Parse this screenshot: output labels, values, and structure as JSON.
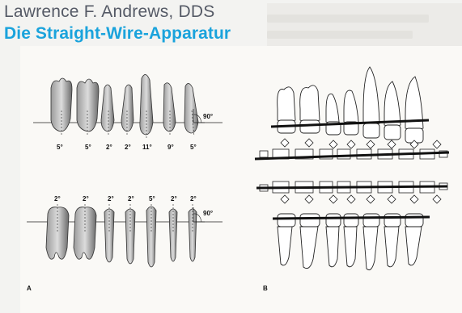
{
  "header": {
    "author": "Lawrence F. Andrews, DDS",
    "book_title": "Die Straight-Wire-Apparatur"
  },
  "figure": {
    "panel_a_label": "A",
    "panel_b_label": "B",
    "upper_angles": [
      "5°",
      "5°",
      "2°",
      "2°",
      "11°",
      "9°",
      "5°"
    ],
    "upper_right_angle": "90°",
    "lower_angles": [
      "2°",
      "2°",
      "2°",
      "2°",
      "5°",
      "2°",
      "2°"
    ],
    "lower_right_angle": "90°"
  },
  "colors": {
    "title_blue": "#1aa3dc",
    "author_gray": "#555a66"
  }
}
